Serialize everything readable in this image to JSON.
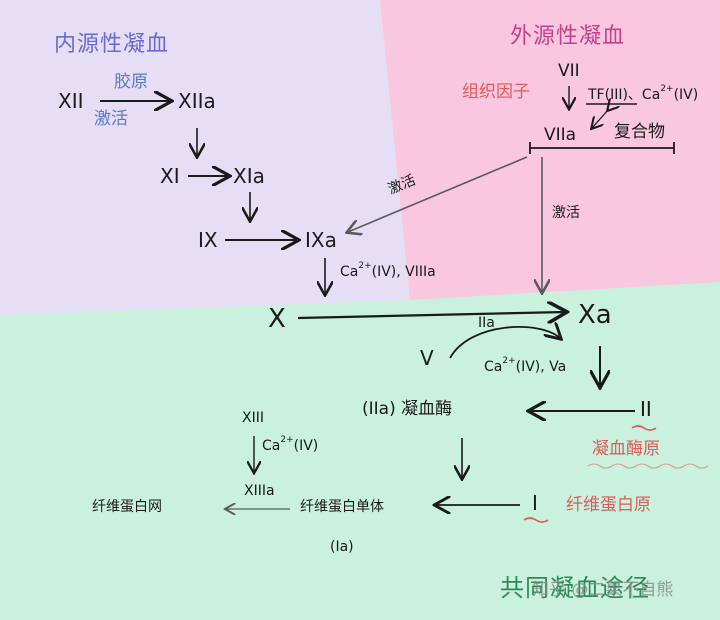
{
  "titles": {
    "intrinsic": "内源性凝血",
    "extrinsic": "外源性凝血",
    "common": "共同凝血途径"
  },
  "intrinsic": {
    "xii": "XII",
    "xiia": "XIIa",
    "collagen": "胶原",
    "activate": "激活",
    "xi": "XI",
    "xia": "XIa",
    "ix": "IX",
    "ixa": "IXa"
  },
  "cofactors": {
    "ixa_to_x": "(IV), VIIIa",
    "v_to_va": "(IV), Va",
    "xiii_to_xiiia": "(IV)",
    "ca": "Ca",
    "ca_sup": "2+"
  },
  "extrinsic": {
    "tissue_factor": "组织因子",
    "vii": "VII",
    "tf": "TF(III)",
    "tf_ca": "、Ca",
    "tf_ca_tail": "(IV)",
    "viia": "VIIa",
    "complex": "复合物",
    "activate_left": "激活",
    "activate_down": "激活"
  },
  "common": {
    "x": "X",
    "xa": "Xa",
    "iia_arc": "IIa",
    "v": "V",
    "thrombin": "(IIa) 凝血酶",
    "ii": "II",
    "prothrombin": "凝血酶原",
    "i": "I",
    "fibrinogen": "纤维蛋白原",
    "fibrin_monomer": "纤维蛋白单体",
    "ia": "(Ia)",
    "fibrin_net": "纤维蛋白网",
    "xiii": "XIII",
    "xiiia": "XIIIa"
  },
  "watermark": "知乎 @二果不自熊",
  "colors": {
    "intrinsic_bg": "#e6def5",
    "extrinsic_bg": "#f9c8e0",
    "common_bg": "#c9f1de",
    "intrinsic_title": "#6a6ad6",
    "extrinsic_title": "#c8408a",
    "common_title": "#2e8a5a",
    "annotation_blue": "#5a78c8",
    "annotation_red": "#e05a5a"
  }
}
